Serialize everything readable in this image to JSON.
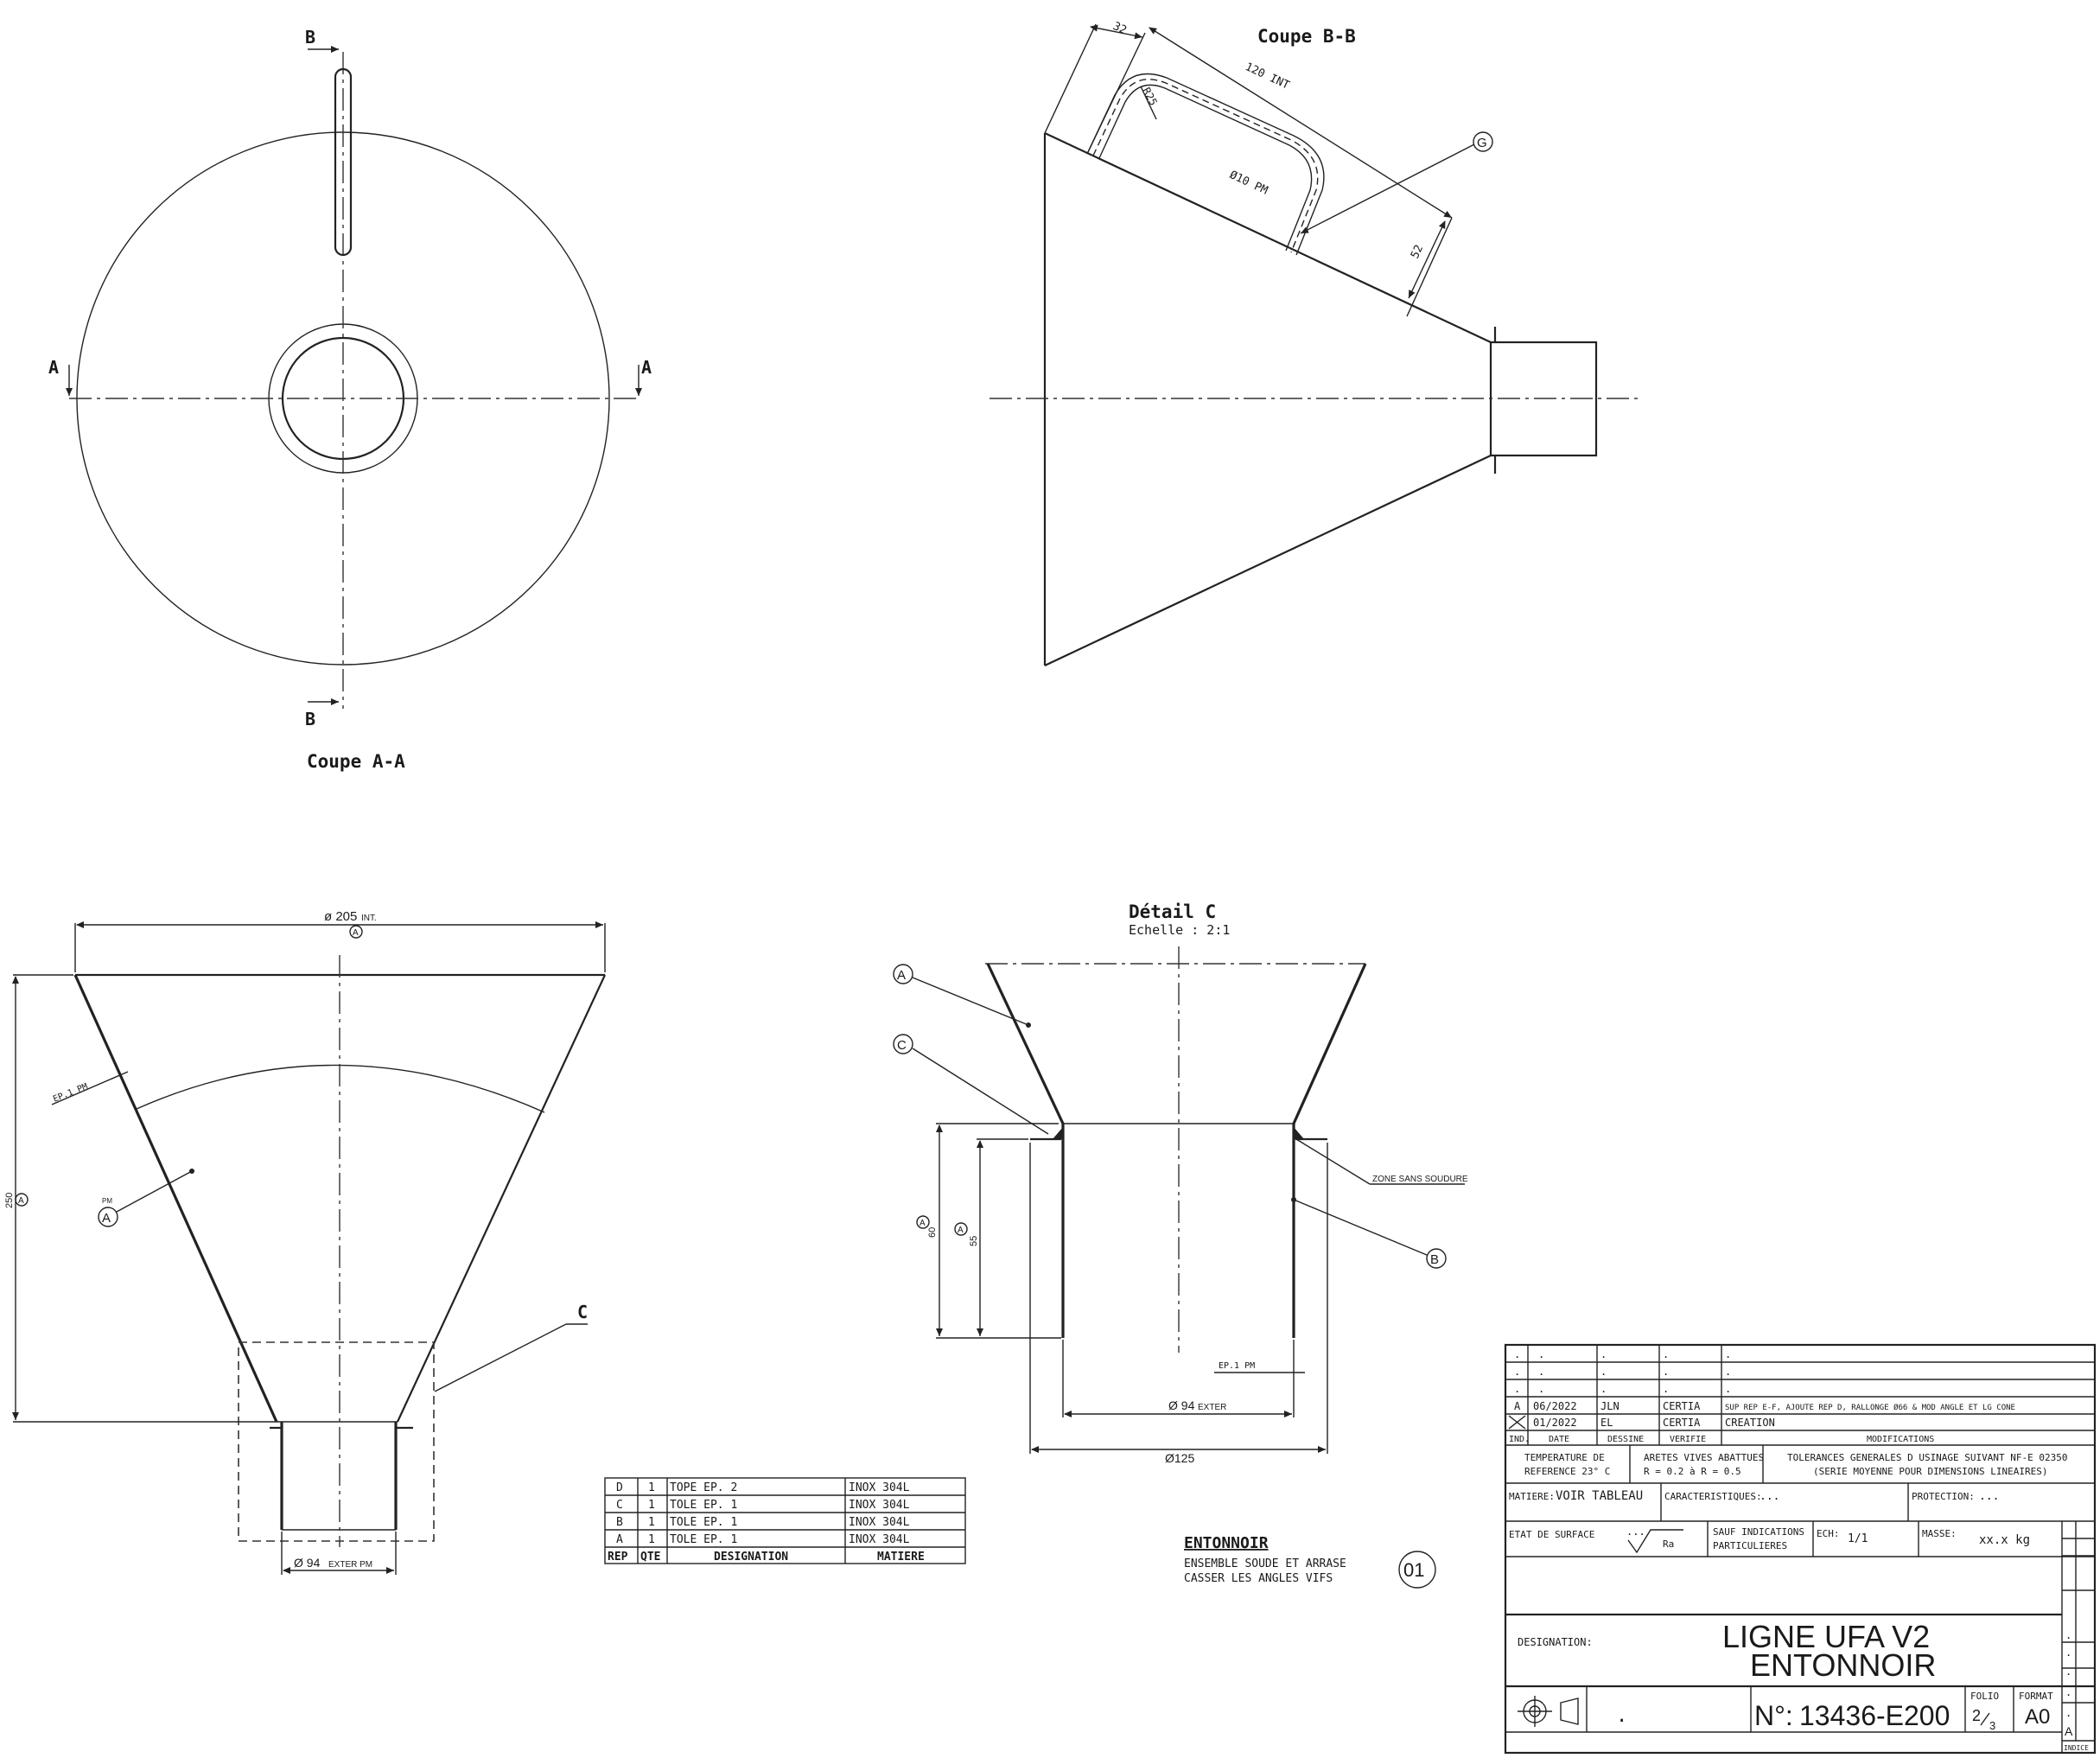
{
  "views": {
    "coupe_aa": {
      "title": "Coupe A-A",
      "label_a": "A",
      "label_b": "B"
    },
    "coupe_bb": {
      "title": "Coupe B-B",
      "dim_32": "32",
      "dim_120": "120 INT",
      "dim_r25": "R25",
      "dim_diam10": "Ø10 PM",
      "dim_52": "52",
      "callout_g": "G"
    },
    "main_view": {
      "dim_diam205": "ø 205",
      "dim_int": "INT.",
      "dim_a_ref": "A",
      "dim_250": "250",
      "ep_label": "EP.1 PM",
      "pm_label": "PM",
      "callout_a": "A",
      "callout_c": "C",
      "dim_diam94": "Ø 94",
      "dim_exter_pm": "EXTER PM"
    },
    "detail_c": {
      "title": "Détail C",
      "scale": "Echelle :  2:1",
      "callout_a": "A",
      "callout_c": "C",
      "callout_b": "B",
      "zone_note": "ZONE SANS SOUDURE",
      "dim_60": "60",
      "dim_55": "55",
      "ep_label": "EP.1 PM",
      "dim_diam94": "Ø 94",
      "dim_exter": "EXTER",
      "dim_diam125": "Ø125"
    }
  },
  "bom": {
    "headers": [
      "REP",
      "QTE",
      "DESIGNATION",
      "MATIERE"
    ],
    "rows": [
      [
        "D",
        "1",
        "TOPE EP. 2",
        "INOX 304L"
      ],
      [
        "C",
        "1",
        "TOLE EP. 1",
        "INOX 304L"
      ],
      [
        "B",
        "1",
        "TOLE EP. 1",
        "INOX 304L"
      ],
      [
        "A",
        "1",
        "TOLE EP. 1",
        "INOX 304L"
      ]
    ]
  },
  "note": {
    "title": "ENTONNOIR",
    "line1": "ENSEMBLE SOUDE ET ARRASE",
    "line2": "CASSER LES ANGLES VIFS",
    "item": "01"
  },
  "title_block": {
    "revisions": [
      [
        ".",
        ".",
        ".",
        ".",
        "."
      ],
      [
        ".",
        ".",
        ".",
        ".",
        "."
      ],
      [
        ".",
        ".",
        ".",
        ".",
        "."
      ],
      [
        "A",
        "06/2022",
        "JLN",
        "CERTIA",
        "SUP REP E-F, AJOUTE REP D, RALLONGE Ø66 & MOD ANGLE ET LG CONE"
      ],
      [
        "",
        "01/2022",
        "EL",
        "CERTIA",
        "CREATION"
      ]
    ],
    "rev_headers": [
      "IND.",
      "DATE",
      "DESSINE",
      "VERIFIE",
      "MODIFICATIONS"
    ],
    "temp_line1": "TEMPERATURE  DE",
    "temp_line2": "REFERENCE 23° C",
    "aretes_line1": "ARETES VIVES ABATTUES",
    "aretes_line2": "R = 0.2  à  R = 0.5",
    "tol_line1": "TOLERANCES GENERALES D USINAGE SUIVANT NF-E 02350",
    "tol_line2": "(SERIE MOYENNE POUR DIMENSIONS LINEAIRES)",
    "matiere_label": "MATIERE:",
    "matiere_value": "VOIR TABLEAU",
    "carac_label": "CARACTERISTIQUES:",
    "carac_value": "...",
    "protection_label": "PROTECTION:",
    "protection_value": "...",
    "etat_label": "ETAT DE SURFACE",
    "etat_dots": "...",
    "ra": "Ra",
    "sauf_line1": "SAUF INDICATIONS",
    "sauf_line2": "PARTICULIERES",
    "ech_label": "ECH:",
    "ech_value": "1/1",
    "masse_label": "MASSE:",
    "masse_value": "xx.x kg",
    "designation_label": "DESIGNATION:",
    "designation_line1": "LIGNE UFA V2",
    "designation_line2": "ENTONNOIR",
    "dot": ".",
    "number_label": "N°:",
    "number_value": "13436-E200",
    "folio_label": "FOLIO",
    "folio_num": "2",
    "folio_den": "3",
    "format_label": "FORMAT",
    "format_value": "A0",
    "indice_label": "INDICE",
    "indice_value": "A",
    "side_dots": [
      ".",
      ".",
      ".",
      ".",
      "."
    ]
  }
}
